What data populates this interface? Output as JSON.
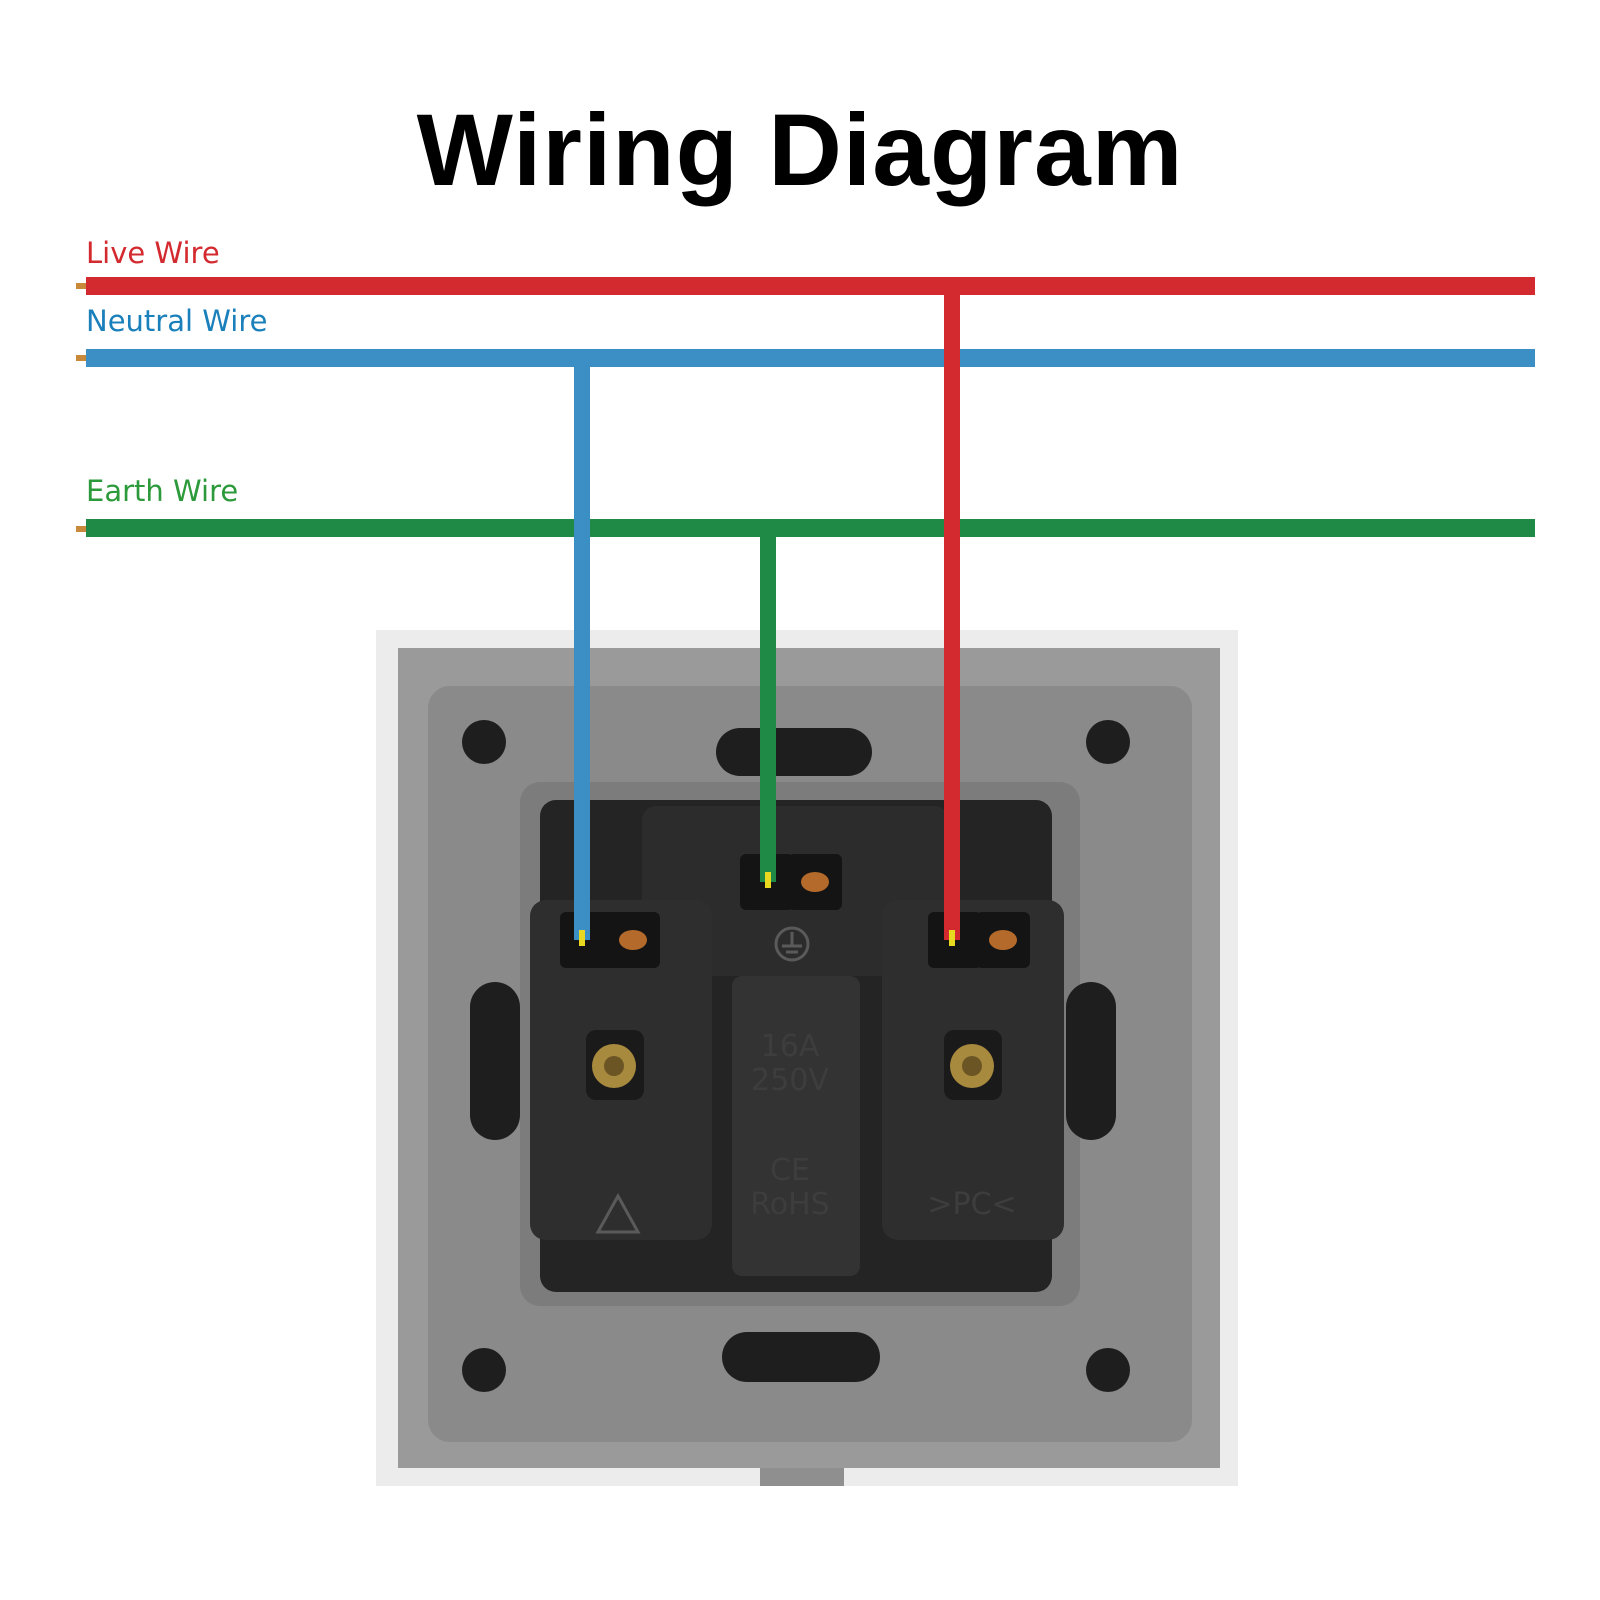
{
  "title": "Wiring Diagram",
  "wires": {
    "live": {
      "label": "Live Wire",
      "color": "#d32a2f"
    },
    "neutral": {
      "label": "Neutral Wire",
      "color": "#1a80bb"
    },
    "earth": {
      "label": "Earth Wire",
      "color": "#1f8a45"
    }
  },
  "socket": {
    "rating_current": "16A",
    "rating_voltage": "250V",
    "ce_mark": "CE",
    "rohs": "RoHS",
    "material": ">PC<"
  }
}
